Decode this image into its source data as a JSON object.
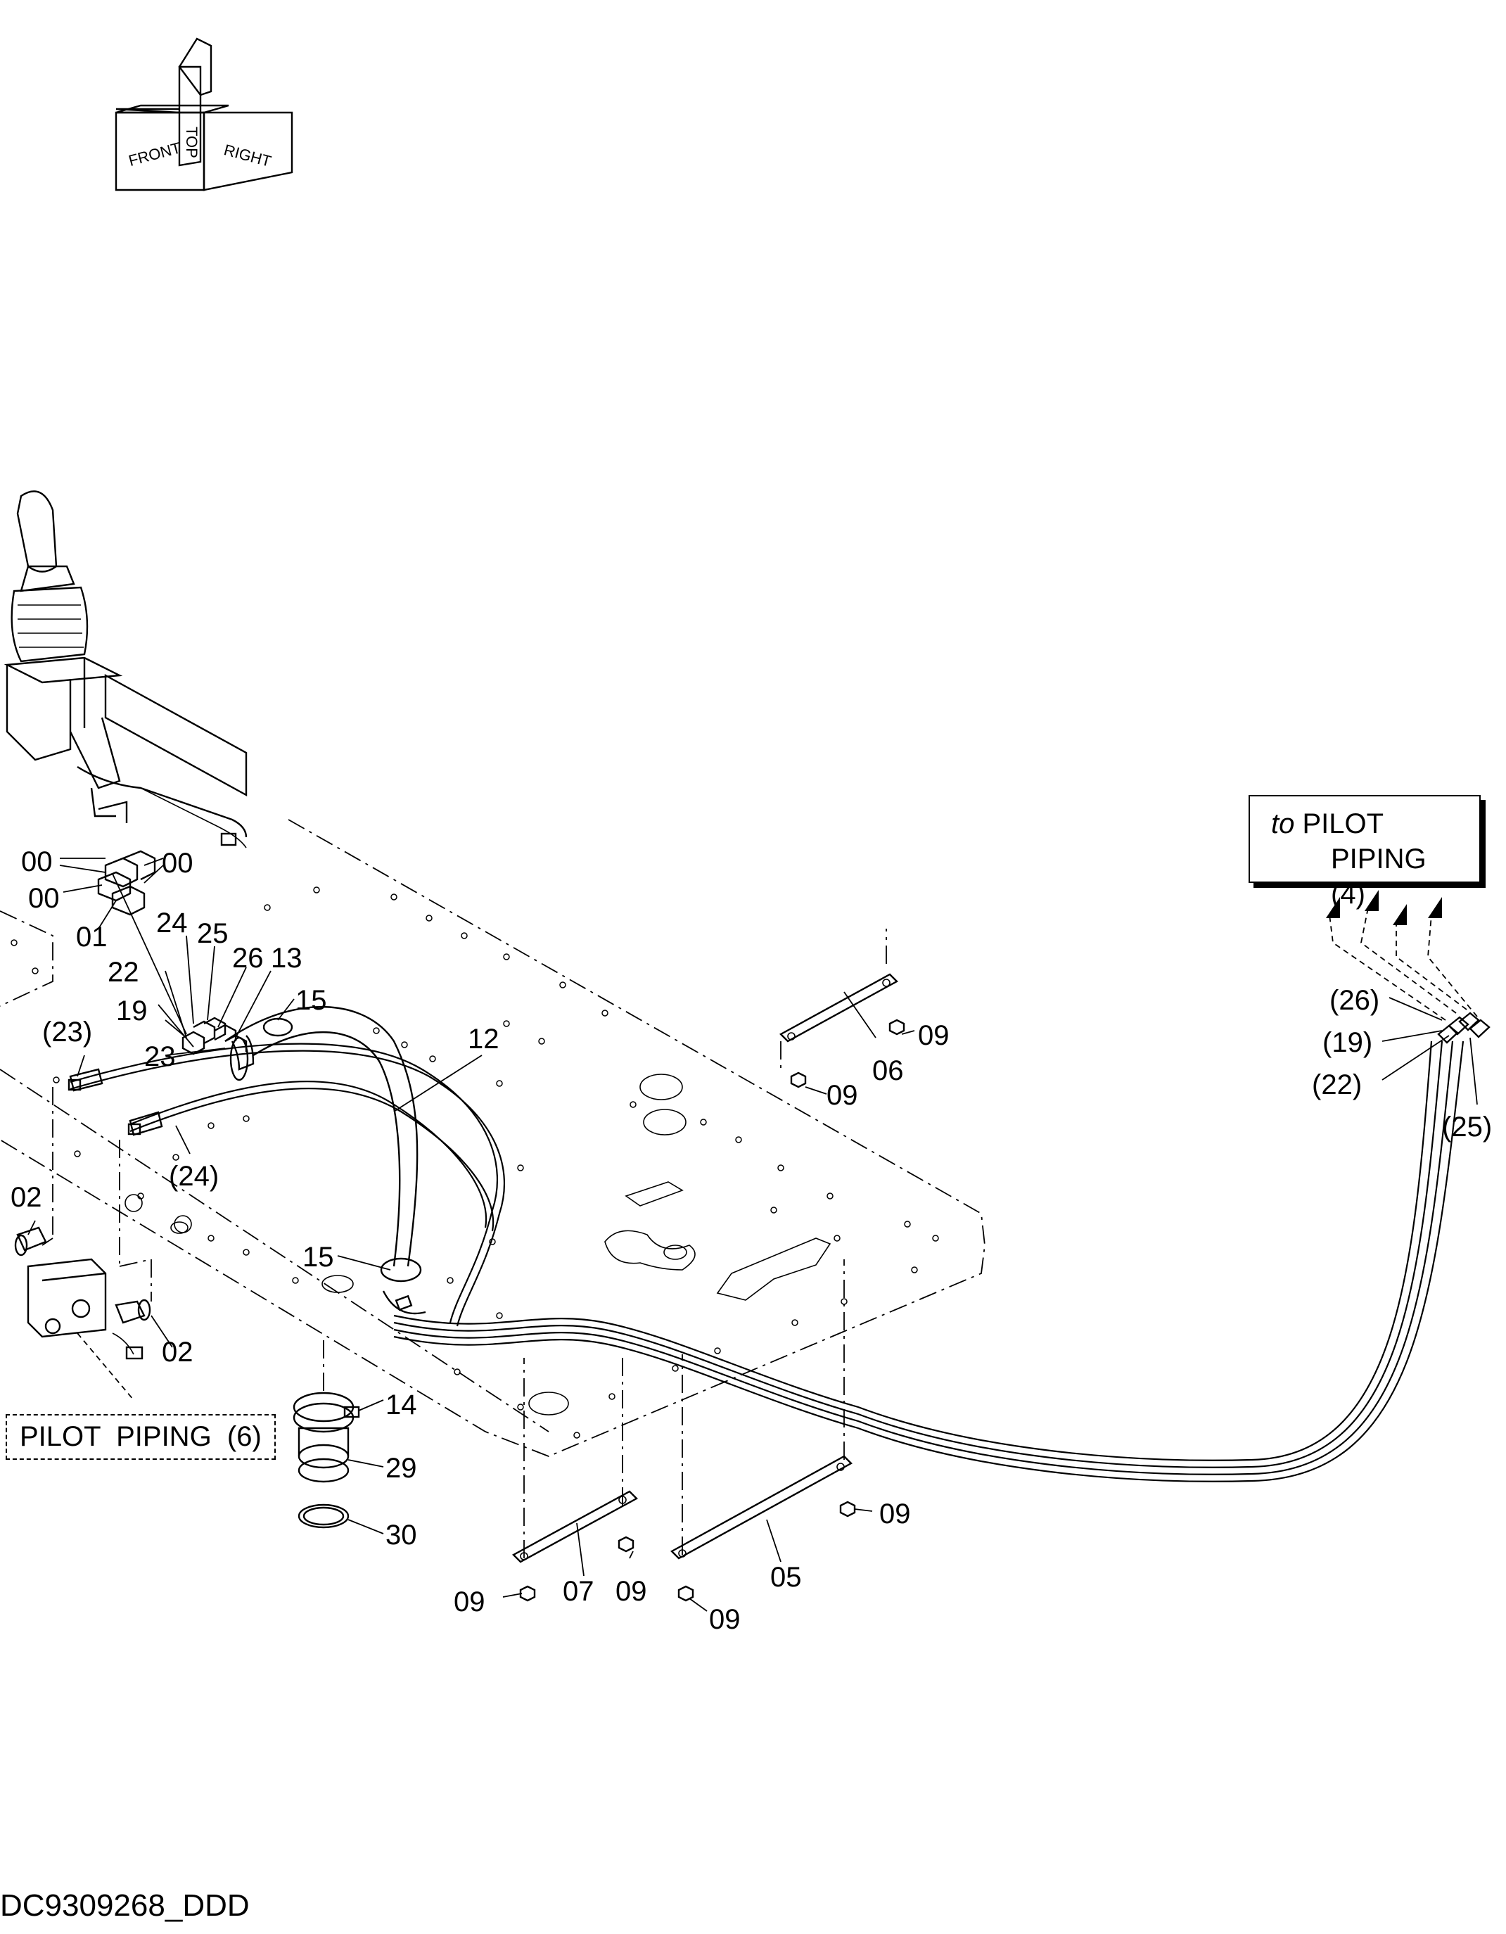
{
  "orientation": {
    "front": "FRONT",
    "top": "TOP",
    "right": "RIGHT"
  },
  "callouts": {
    "to_pilot_prefix": "to",
    "to_pilot_line1": "PILOT",
    "to_pilot_line2": "PIPING",
    "to_pilot_num": "(4)",
    "pilot_piping_6": "PILOT  PIPING  (6)"
  },
  "labels": {
    "p00a": "00",
    "p00b": "00",
    "p00c": "00",
    "p01": "01",
    "p02a": "02",
    "p02b": "02",
    "p05": "05",
    "p06": "06",
    "p07": "07",
    "p09a": "09",
    "p09b": "09",
    "p09c": "09",
    "p09d": "09",
    "p09e": "09",
    "p09f": "09",
    "p12": "12",
    "p13": "13",
    "p14": "14",
    "p15a": "15",
    "p15b": "15",
    "p19": "19",
    "p22": "22",
    "p23": "23",
    "p24": "24",
    "p25": "25",
    "p26": "26",
    "p29": "29",
    "p30": "30",
    "r23": "(23)",
    "r24": "(24)",
    "r26": "(26)",
    "r19": "(19)",
    "r22": "(22)",
    "r25": "(25)"
  },
  "doc_id": "DC9309268_DDD"
}
